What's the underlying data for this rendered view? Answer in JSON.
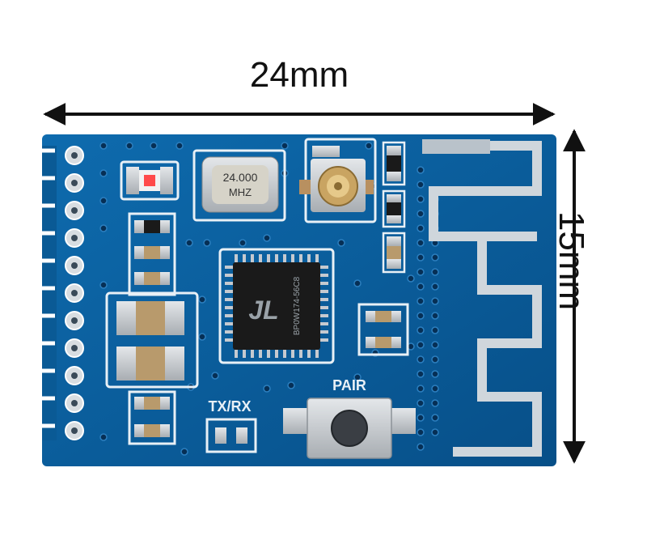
{
  "dimensions": {
    "width_label": "24mm",
    "height_label": "15mm"
  },
  "board": {
    "crystal_text_line1": "24.000",
    "crystal_text_line2": "MHZ",
    "chip_logo": "JL",
    "chip_part": "BP0W174-56C8",
    "silkscreen_txrx": "TX/RX",
    "silkscreen_pair": "PAIR",
    "pin_count": 11
  },
  "colors": {
    "pcb": "#0a5f9e",
    "pcb_dark": "#054a7d",
    "silkscreen": "#e8f0f6",
    "pad_silver": "#c8ccd0",
    "chip_black": "#1a1a1a",
    "antenna": "#cfd6dc",
    "cap_tan": "#b89a6c",
    "arrow": "#111111"
  }
}
